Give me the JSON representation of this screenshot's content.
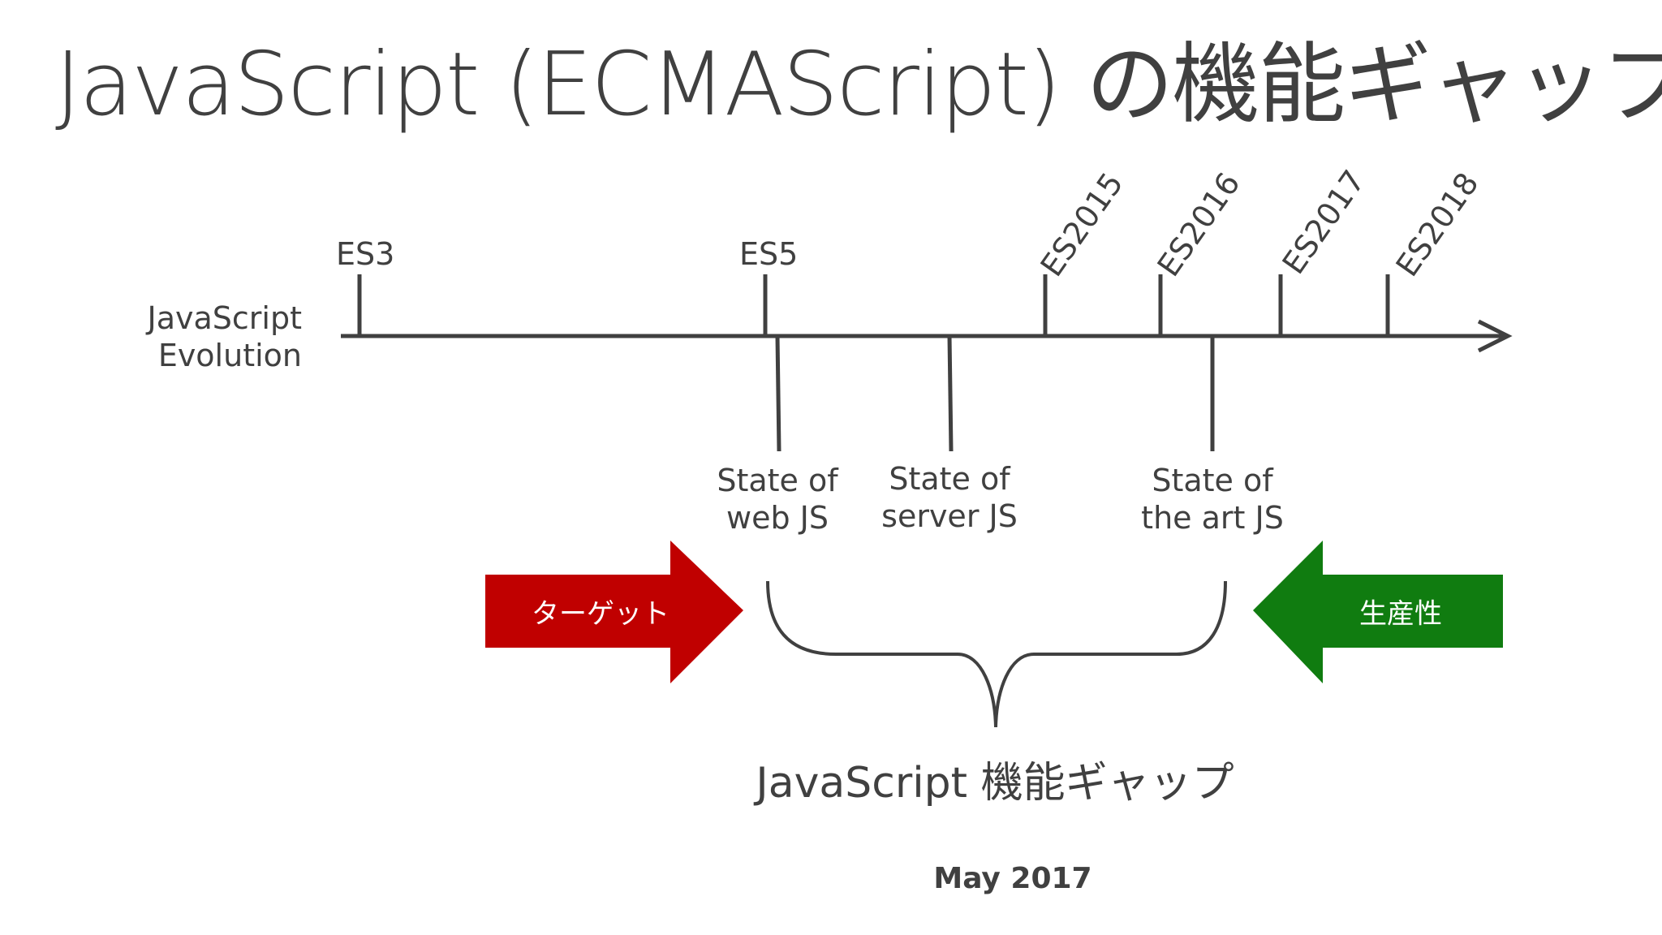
{
  "title": "JavaScript (ECMAScript) の機能ギャップ",
  "axis_label": {
    "line1": "JavaScript",
    "line2": "Evolution"
  },
  "versions": {
    "es3": "ES3",
    "es5": "ES5",
    "es2015": "ES2015",
    "es2016": "ES2016",
    "es2017": "ES2017",
    "es2018": "ES2018"
  },
  "states": {
    "web": {
      "line1": "State of",
      "line2": "web JS"
    },
    "server": {
      "line1": "State of",
      "line2": "server JS"
    },
    "art": {
      "line1": "State of",
      "line2": "the art JS"
    }
  },
  "arrows": {
    "target": {
      "label": "ターゲット",
      "color": "#c00000"
    },
    "productivity": {
      "label": "生産性",
      "color": "#107c10"
    }
  },
  "gap_label": "JavaScript 機能ギャップ",
  "date": "May 2017",
  "colors": {
    "line": "#404040",
    "text": "#404040",
    "background": "#ffffff"
  }
}
